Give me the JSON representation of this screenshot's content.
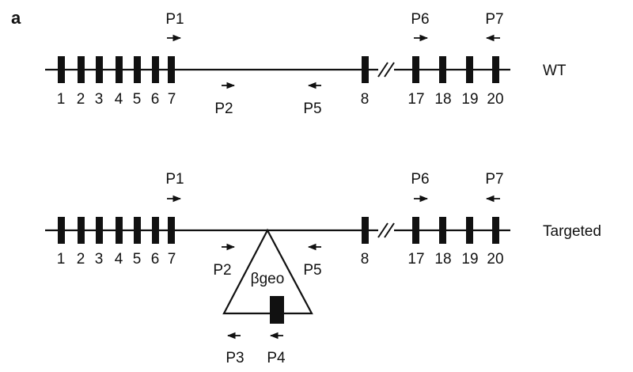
{
  "panel_label": "a",
  "colors": {
    "ink": "#111111",
    "background": "#ffffff"
  },
  "alleles": [
    {
      "label": "WT",
      "exons": [
        "1",
        "2",
        "3",
        "4",
        "5",
        "6",
        "7",
        "8",
        "17",
        "18",
        "19",
        "20"
      ],
      "primers": [
        {
          "name": "P1",
          "direction": "right"
        },
        {
          "name": "P2",
          "direction": "right"
        },
        {
          "name": "P5",
          "direction": "left"
        },
        {
          "name": "P6",
          "direction": "right"
        },
        {
          "name": "P7",
          "direction": "left"
        }
      ]
    },
    {
      "label": "Targeted",
      "exons": [
        "1",
        "2",
        "3",
        "4",
        "5",
        "6",
        "7",
        "8",
        "17",
        "18",
        "19",
        "20"
      ],
      "cassette": "βgeo",
      "primers": [
        {
          "name": "P1",
          "direction": "right"
        },
        {
          "name": "P2",
          "direction": "right"
        },
        {
          "name": "P5",
          "direction": "left"
        },
        {
          "name": "P6",
          "direction": "right"
        },
        {
          "name": "P7",
          "direction": "left"
        },
        {
          "name": "P3",
          "direction": "left"
        },
        {
          "name": "P4",
          "direction": "left"
        }
      ]
    }
  ]
}
